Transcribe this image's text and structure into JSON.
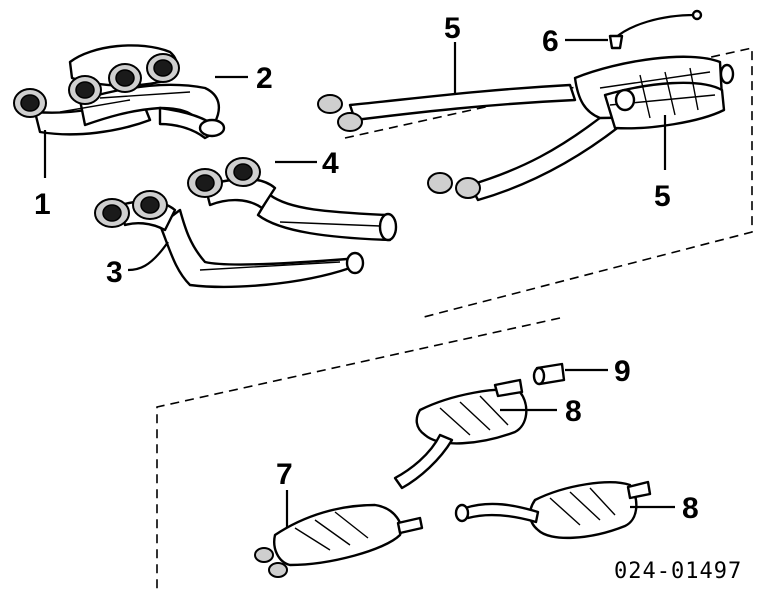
{
  "diagram_code": "024-01497",
  "callouts": [
    {
      "id": "1",
      "label": "1"
    },
    {
      "id": "2",
      "label": "2"
    },
    {
      "id": "3",
      "label": "3"
    },
    {
      "id": "4",
      "label": "4"
    },
    {
      "id": "5a",
      "label": "5"
    },
    {
      "id": "5b",
      "label": "5"
    },
    {
      "id": "6",
      "label": "6"
    },
    {
      "id": "7",
      "label": "7"
    },
    {
      "id": "8a",
      "label": "8"
    },
    {
      "id": "8b",
      "label": "8"
    },
    {
      "id": "9",
      "label": "9"
    }
  ]
}
